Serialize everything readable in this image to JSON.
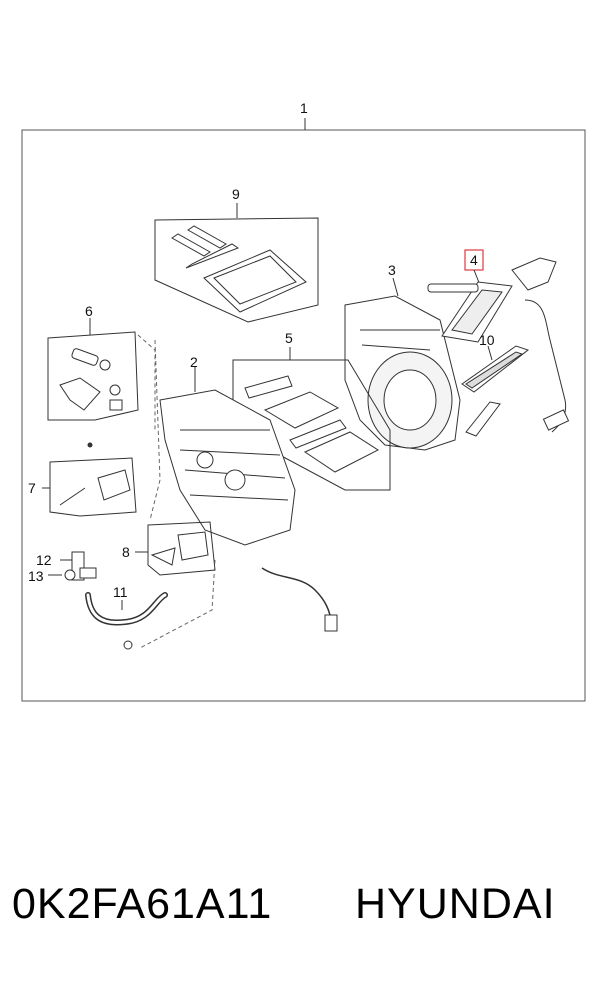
{
  "diagram": {
    "callouts": {
      "c1": "1",
      "c2": "2",
      "c3": "3",
      "c4": "4",
      "c5": "5",
      "c6": "6",
      "c7": "7",
      "c8": "8",
      "c9": "9",
      "c10": "10",
      "c11": "11",
      "c12": "12",
      "c13": "13"
    },
    "highlight_color": "#e0393e"
  },
  "caption": {
    "part_number": "0K2FA61A11",
    "brand": "HYUNDAI"
  }
}
